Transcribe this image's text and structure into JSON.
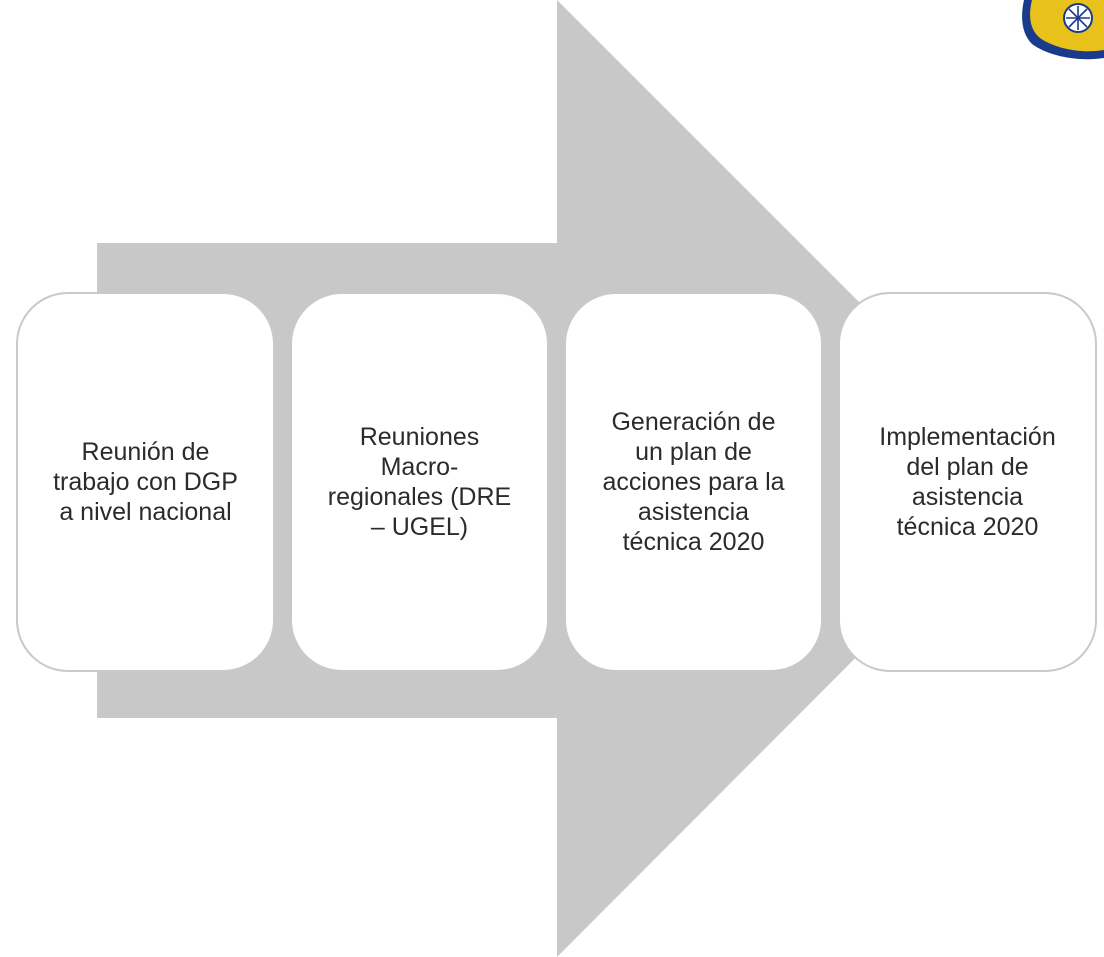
{
  "diagram": {
    "arrow_color": "#c8c8c8",
    "box_border_color": "#c9c9c9",
    "box_fill_color": "#ffffff",
    "steps": [
      {
        "label": "Reunión de\ntrabajo con DGP\na nivel nacional"
      },
      {
        "label": "Reuniones\nMacro-\nregionales (DRE\n– UGEL)"
      },
      {
        "label": "Generación de\nun plan de\nacciones para la\nasistencia\ntécnica  2020"
      },
      {
        "label": "Implementación\ndel plan de\nasistencia\ntécnica 2020"
      }
    ]
  },
  "logo": {
    "icon": "institution-seal-icon",
    "colors": [
      "#1a3a8c",
      "#e8c21a"
    ]
  }
}
